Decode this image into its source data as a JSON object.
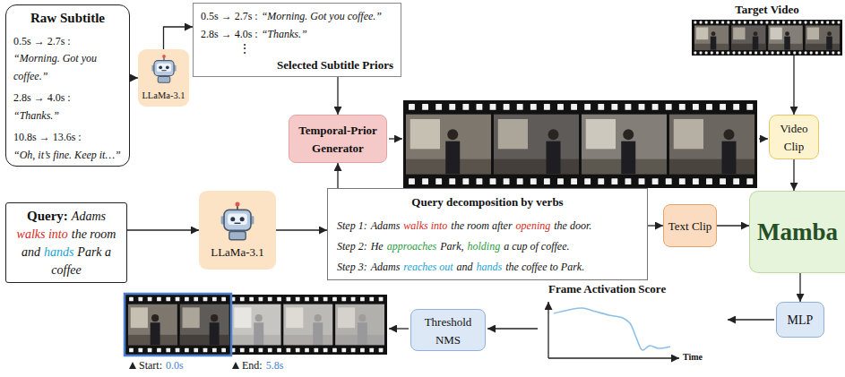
{
  "diagram": {
    "nodes": [
      {
        "text": [
          "Raw Subtitle",
          "0.5s → 2.7s :",
          "“Morning. Got you coffee.”",
          "2.8s → 4.0s :",
          "“Thanks.”",
          "10.8s → 13.6s :",
          "“Oh, it’s fine. Keep it…”"
        ]
      },
      {
        "text": [
          "LLaMa-3.1"
        ]
      },
      {
        "text": [
          "0.5s → 2.7s :",
          "“Morning. Got you coffee.”",
          "2.8s → 4.0s :",
          "“Thanks.”",
          "⋮",
          "Selected Subtitle Priors"
        ]
      },
      {
        "text": [
          "Temporal-Prior Generator"
        ]
      },
      {
        "text": [
          "Target Video"
        ]
      },
      {
        "text": [
          "Video Clip"
        ]
      },
      {
        "text": [
          "Query:",
          "Adams",
          "walks into",
          "the room and",
          "hands",
          "Park a coffee"
        ]
      },
      {
        "text": [
          "LLaMa-3.1"
        ]
      },
      {
        "text": [
          "Query decomposition by verbs",
          "Step 1:",
          "Adams",
          "walks into",
          "the room after",
          "opening",
          "the door.",
          "Step 2:",
          "He",
          "approaches",
          "Park,",
          "holding",
          "a cup of coffee.",
          "Step 3:",
          "Adams",
          "reaches out",
          "and",
          "hands",
          "the coffee to Park."
        ]
      },
      {
        "text": [
          "Text Clip"
        ]
      },
      {
        "text": [
          "Mamba"
        ]
      },
      {
        "text": [
          "MLP"
        ]
      },
      {
        "text": [
          "Threshold NMS"
        ]
      }
    ],
    "edges": [
      {
        "from": 0,
        "to": 1,
        "arrow": "to"
      },
      {
        "from": 1,
        "to": 2,
        "arrow": "to"
      },
      {
        "from": 2,
        "to": 3,
        "arrow": "to"
      },
      {
        "from": 6,
        "to": 7,
        "arrow": "to"
      },
      {
        "from": 7,
        "to": 8,
        "arrow": "to"
      },
      {
        "from": 8,
        "to": 3,
        "arrow": "to"
      },
      {
        "from": 8,
        "to": 9,
        "arrow": "to"
      },
      {
        "from": 9,
        "to": 10,
        "arrow": "to"
      },
      {
        "from": 4,
        "to": 5,
        "arrow": "to"
      },
      {
        "from": 5,
        "to": 10,
        "arrow": "to"
      },
      {
        "from": 10,
        "to": 11,
        "arrow": "to"
      }
    ],
    "labels": [
      "Frame Activation Score",
      "Time",
      "Start:",
      "0.0s",
      "End:",
      "5.8s"
    ]
  }
}
